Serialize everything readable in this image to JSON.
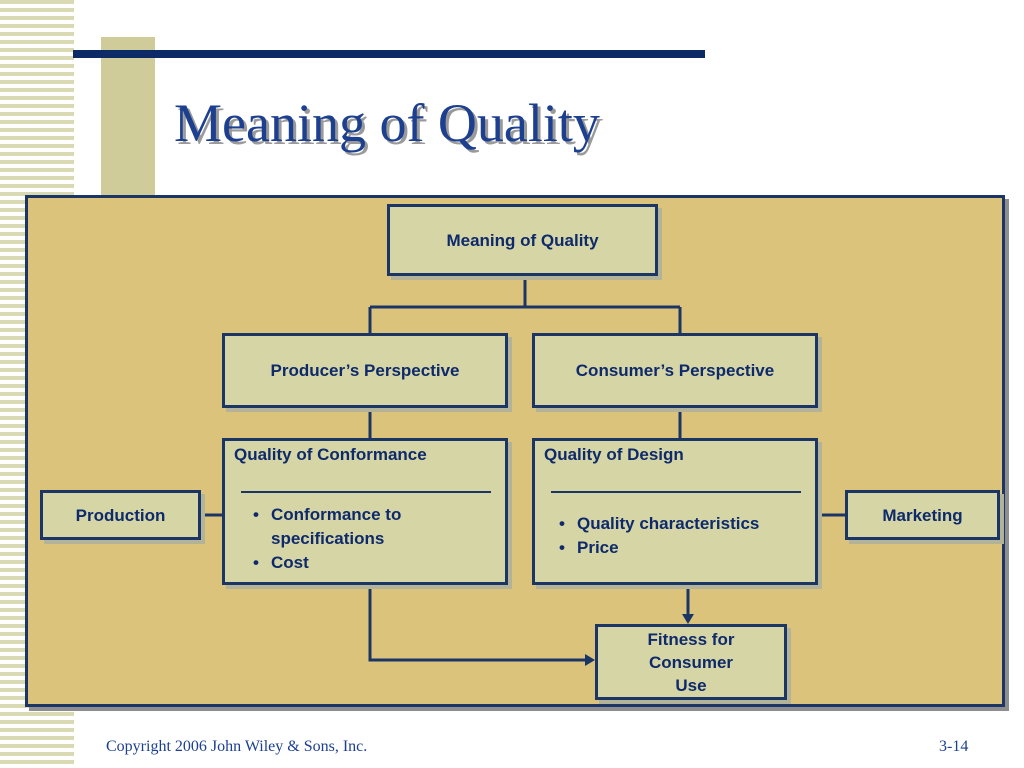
{
  "slide": {
    "title": "Meaning of Quality",
    "footer_left": "Copyright 2006 John Wiley & Sons, Inc.",
    "footer_right": "3-14"
  },
  "diagram": {
    "root": "Meaning of Quality",
    "producer": "Producer’s Perspective",
    "consumer": "Consumer’s Perspective",
    "conformance": {
      "heading": "Quality of  Conformance",
      "items": [
        "Conformance to specifications",
        "Cost"
      ]
    },
    "design": {
      "heading": "Quality of Design",
      "items": [
        "Quality characteristics",
        "Price"
      ]
    },
    "production": "Production",
    "marketing": "Marketing",
    "fitness": "Fitness for Consumer Use"
  },
  "colors": {
    "panel": "#dcc37b",
    "box": "#d6d5a6",
    "navy": "#1b3565",
    "title": "#1c3f8f"
  },
  "bullet": "•"
}
